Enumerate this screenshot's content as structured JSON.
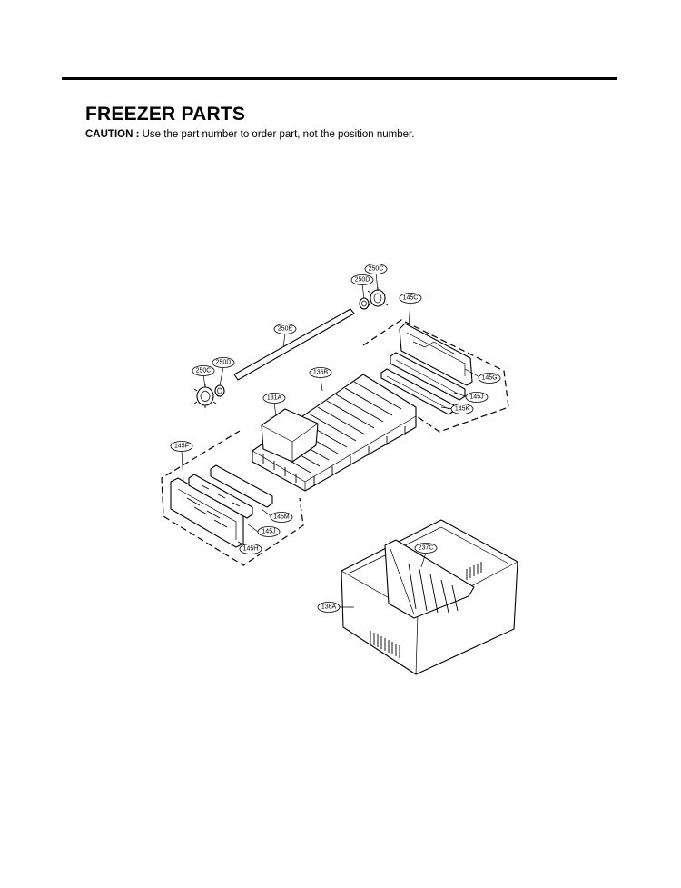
{
  "header": {
    "title": "FREEZER PARTS",
    "caution_label": "CAUTION :",
    "caution_text": "Use the part number to order part, not the position number."
  },
  "callouts": [
    {
      "id": "250C_top",
      "label": "250C"
    },
    {
      "id": "250D_top",
      "label": "250D"
    },
    {
      "id": "145C",
      "label": "145C"
    },
    {
      "id": "250E",
      "label": "250E"
    },
    {
      "id": "250D_left",
      "label": "250D"
    },
    {
      "id": "250C_left",
      "label": "250C"
    },
    {
      "id": "136B",
      "label": "136B"
    },
    {
      "id": "145G",
      "label": "145G"
    },
    {
      "id": "145J_right",
      "label": "145J"
    },
    {
      "id": "131A",
      "label": "131A"
    },
    {
      "id": "145K",
      "label": "145K"
    },
    {
      "id": "145F",
      "label": "145F"
    },
    {
      "id": "145M",
      "label": "145M"
    },
    {
      "id": "145J_left",
      "label": "145J"
    },
    {
      "id": "145H",
      "label": "145H"
    },
    {
      "id": "237C",
      "label": "237C"
    },
    {
      "id": "136A",
      "label": "136A"
    }
  ]
}
